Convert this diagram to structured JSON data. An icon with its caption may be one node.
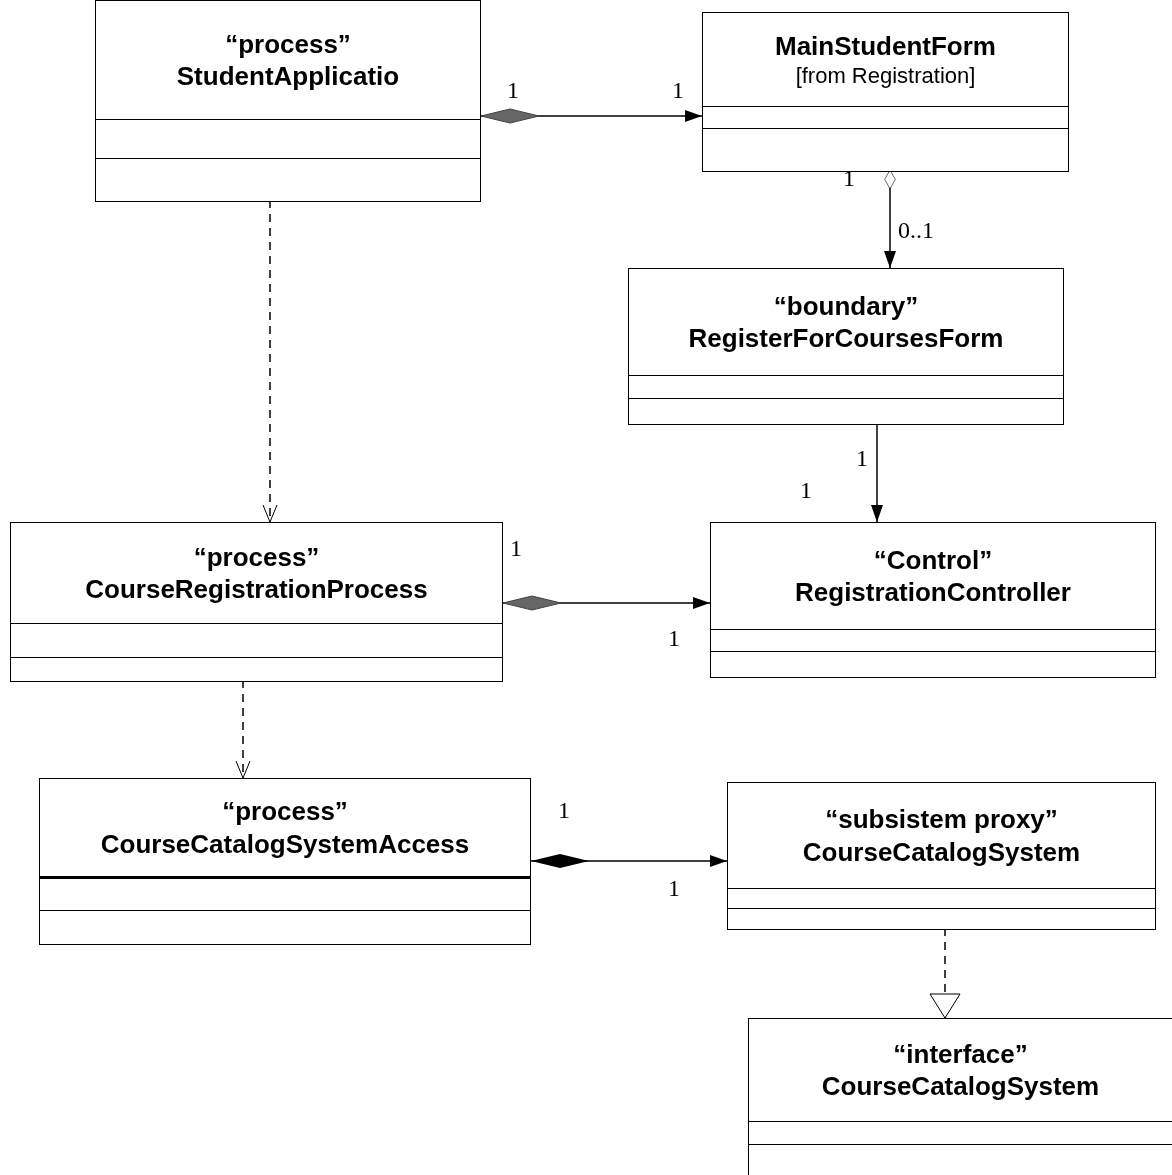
{
  "diagram": {
    "nodes": [
      {
        "text": [
          "“process”",
          "StudentApplicatio"
        ]
      },
      {
        "text": [
          "MainStudentForm",
          "[from Registration]"
        ]
      },
      {
        "text": [
          "“boundary”",
          "RegisterForCoursesForm"
        ]
      },
      {
        "text": [
          "“process”",
          "CourseRegistrationProcess"
        ]
      },
      {
        "text": [
          "“Control”",
          "RegistrationController"
        ]
      },
      {
        "text": [
          "“process”",
          "CourseCatalogSystemAccess"
        ]
      },
      {
        "text": [
          "“subsistem proxy”",
          "CourseCatalogSystem"
        ]
      },
      {
        "text": [
          "“interface”",
          "CourseCatalogSystem"
        ]
      }
    ],
    "edges": [
      {
        "from": 0,
        "to": 1,
        "arrow": "to"
      },
      {
        "from": 1,
        "to": 2,
        "arrow": "to"
      },
      {
        "from": 0,
        "to": 3,
        "arrow": "to",
        "style": "dashed"
      },
      {
        "from": 2,
        "to": 4,
        "arrow": "to"
      },
      {
        "from": 3,
        "to": 4,
        "arrow": "to"
      },
      {
        "from": 3,
        "to": 5,
        "arrow": "to",
        "style": "dashed"
      },
      {
        "from": 5,
        "to": 6,
        "arrow": "to"
      },
      {
        "from": 6,
        "to": 7,
        "arrow": "to",
        "style": "dashed"
      }
    ],
    "labels": [
      "1",
      "1",
      "1",
      "0..1",
      "1",
      "1",
      "1",
      "1",
      "1",
      "1"
    ]
  }
}
